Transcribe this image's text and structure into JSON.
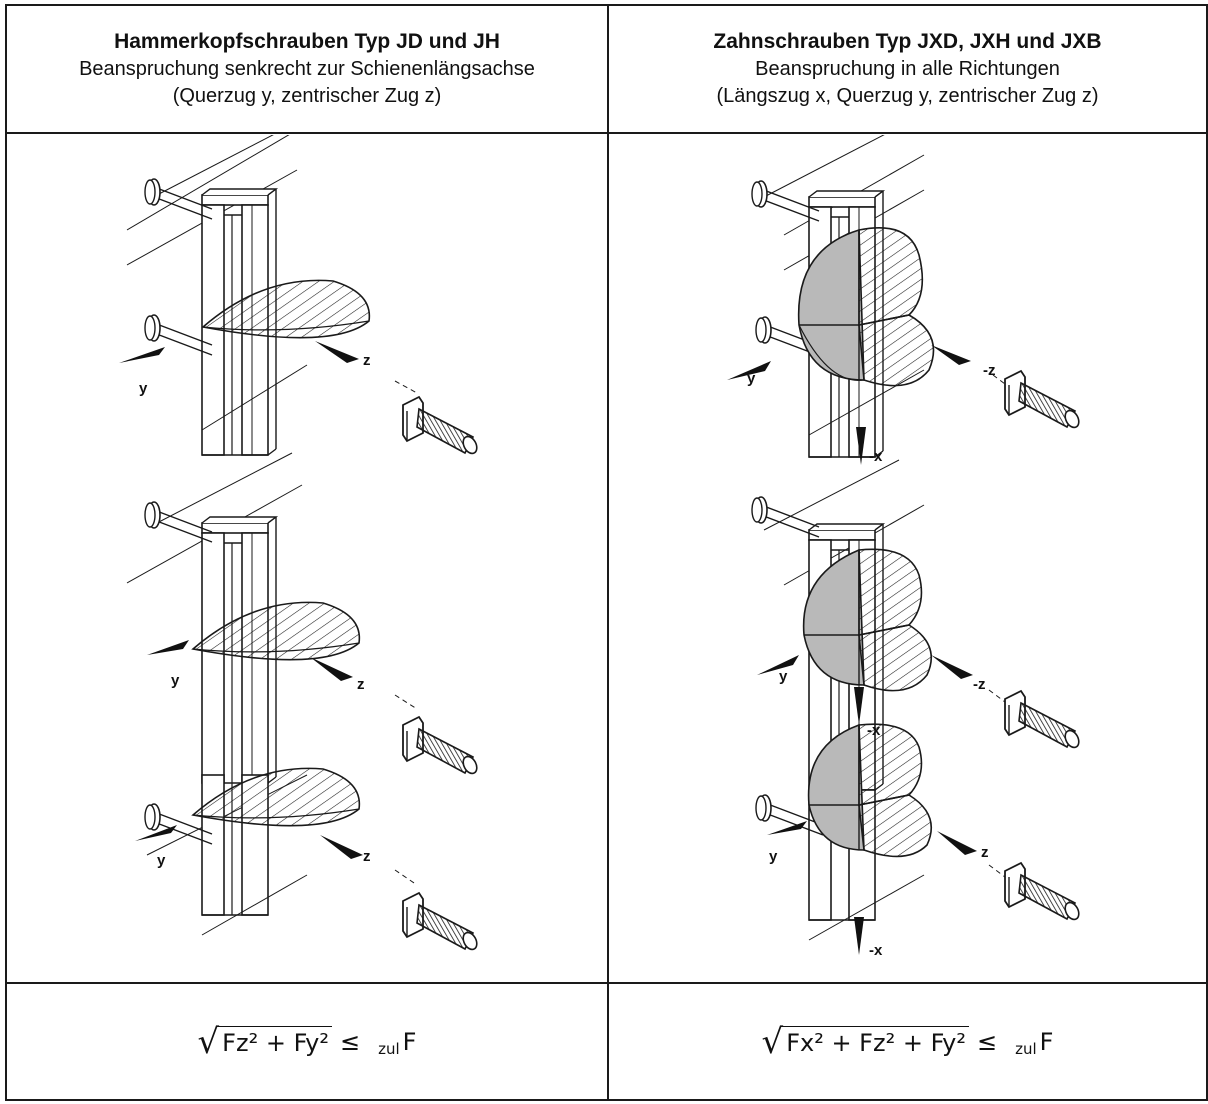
{
  "left": {
    "title": "Hammerkopfschrauben Typ JD und JH",
    "line2": "Beanspruchung senkrecht zur Schienenlängsachse",
    "line3": "(Querzug y, zentrischer Zug z)",
    "labels": {
      "y": "y",
      "z": "z"
    },
    "formula": {
      "radicand": "Fz² + Fy²",
      "relation": "≤",
      "sub": "zul",
      "rhs": "F"
    }
  },
  "right": {
    "title": "Zahnschrauben Typ JXD, JXH und JXB",
    "line2": "Beanspruchung in alle Richtungen",
    "line3": "(Längszug x, Querzug y, zentrischer Zug z)",
    "labels": {
      "y": "y",
      "z": "z",
      "z_neg": "-z",
      "x_neg": "-x"
    },
    "formula": {
      "radicand": "Fx² + Fz² + Fy²",
      "relation": "≤",
      "sub": "zul",
      "rhs": "F"
    }
  },
  "colors": {
    "line": "#1a1a1a",
    "shade": "#b9b9b9",
    "paper": "#ffffff"
  }
}
